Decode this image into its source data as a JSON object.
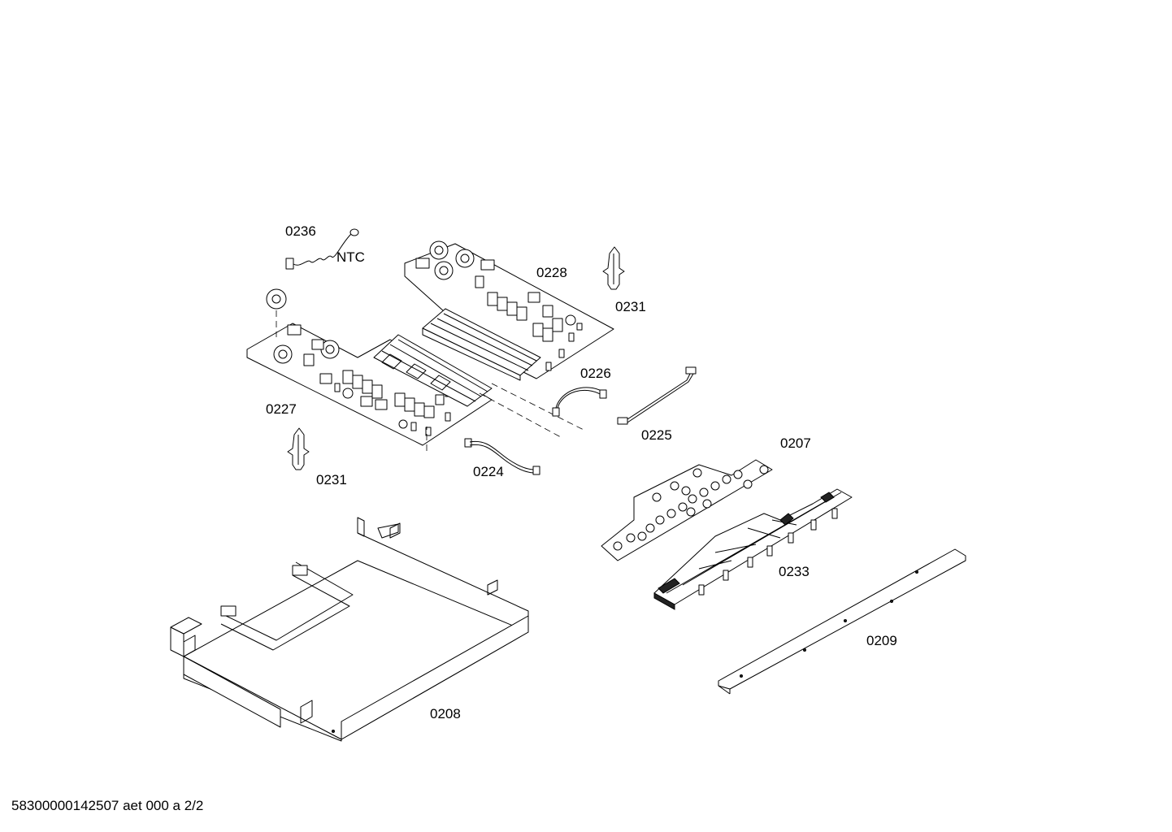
{
  "labels": {
    "p0236": "0236",
    "ntc": "NTC",
    "p0228": "0228",
    "p0231_top": "0231",
    "p0226": "0226",
    "p0225": "0225",
    "p0227": "0227",
    "p0231_bottom": "0231",
    "p0224": "0224",
    "p0207": "0207",
    "p0233": "0233",
    "p0209": "0209",
    "p0208": "0208"
  },
  "footer": "58300000142507 aet 000 a 2/2"
}
